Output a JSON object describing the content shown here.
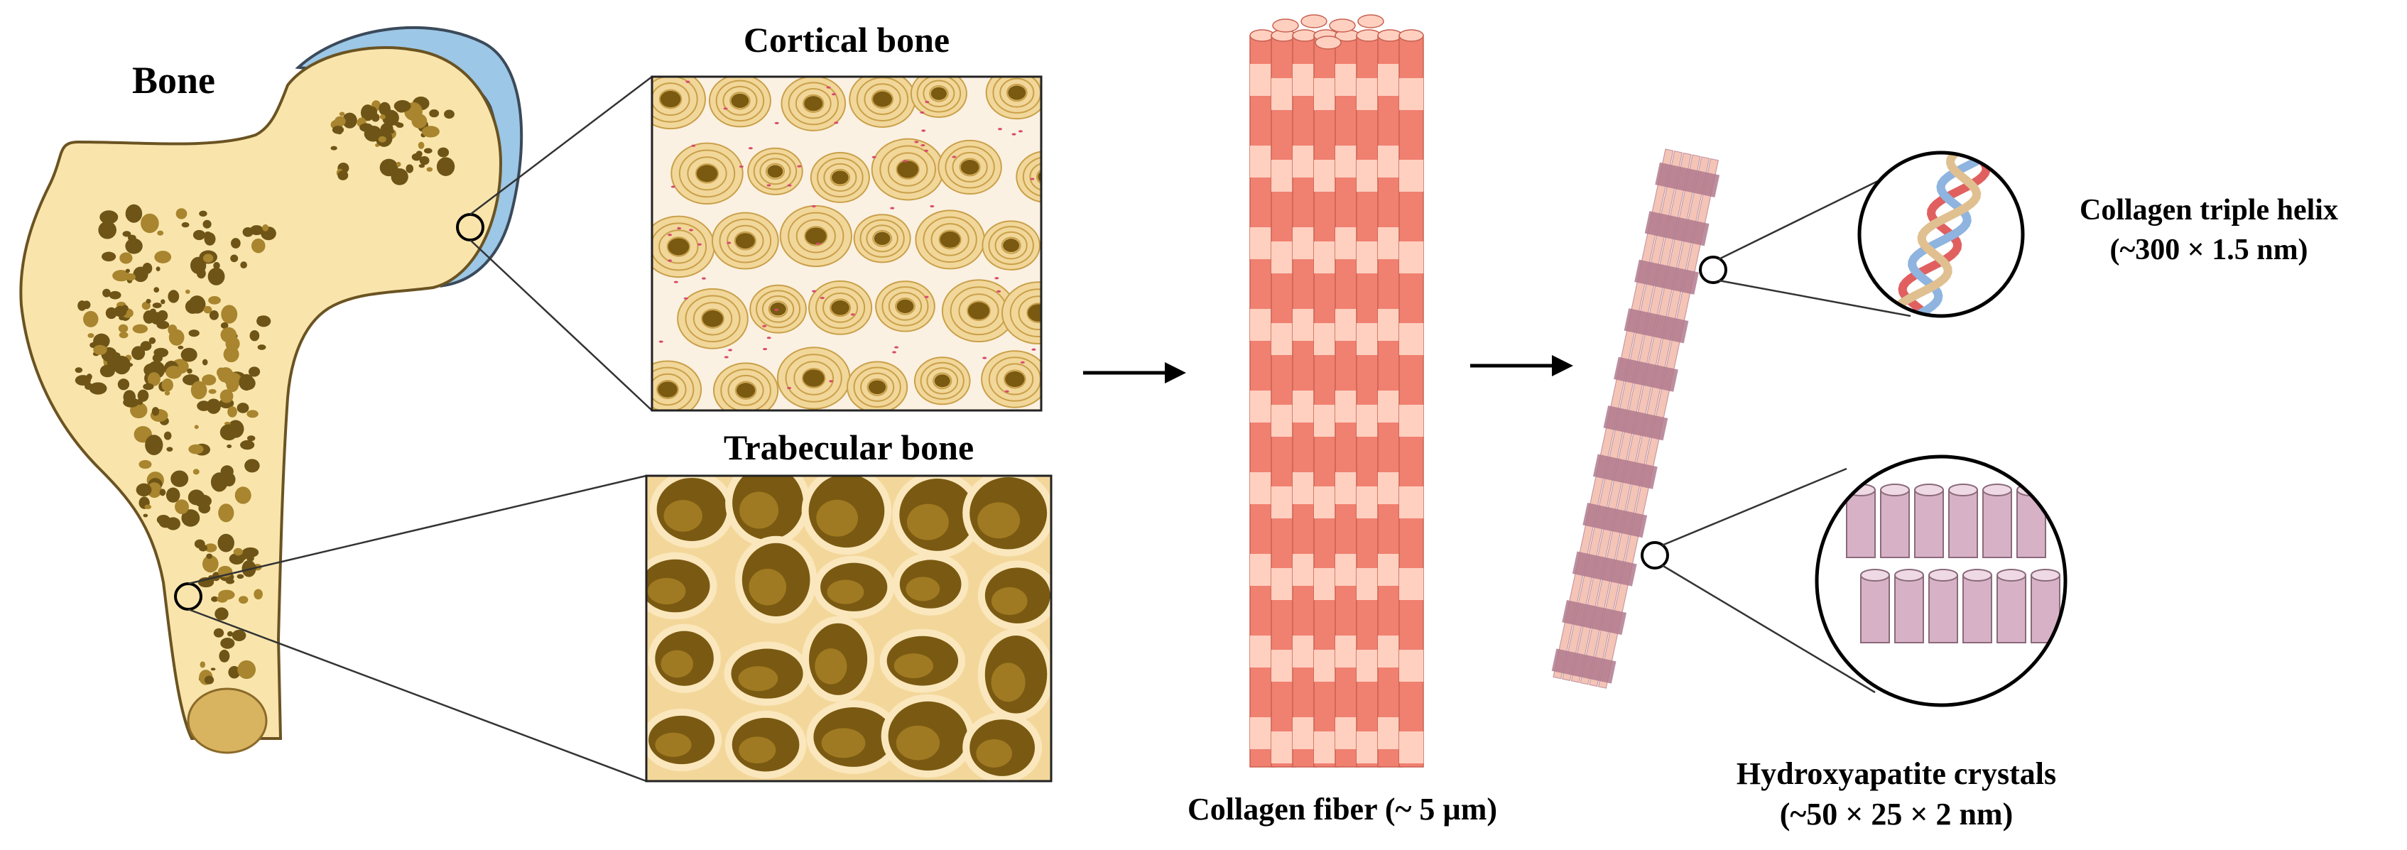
{
  "labels": {
    "bone": "Bone",
    "cortical": "Cortical bone",
    "trabecular": "Trabecular bone",
    "collagen_fiber": "Collagen fiber (~ 5 µm)",
    "helix_line1": "Collagen triple helix",
    "helix_line2": "(~300 × 1.5 nm)",
    "hydroxy_line1": "Hydroxyapatite  crystals",
    "hydroxy_line2": "(~50 × 25 × 2 nm)"
  },
  "colors": {
    "bone_fill": "#f9e5ac",
    "bone_outline": "#6b5322",
    "cartilage": "#9cc7e6",
    "pore": "#6e5416",
    "cortical_bg": "#fbf1e2",
    "osteon_ring": "#c9a04a",
    "canal": "#7a5a10",
    "lacuna": "#d84a70",
    "trab_dark": "#7a5a12",
    "trab_light": "#f5deb0",
    "fiber_dark": "#f08070",
    "fiber_light": "#ffd0c0",
    "fibril_band": "#b07a8e",
    "crystal": "#d7b2c6",
    "helix_red": "#e06060",
    "helix_blue": "#8eb4df",
    "helix_tan": "#e0c090"
  }
}
